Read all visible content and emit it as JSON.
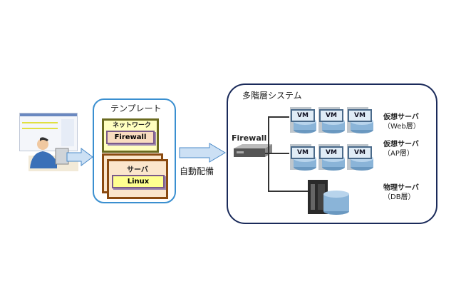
{
  "template": {
    "title": "テンプレート",
    "network_label": "ネットワーク",
    "network_item": "Firewall",
    "server_label": "サーバ",
    "server_item": "Linux"
  },
  "deploy_label": "自動配備",
  "system": {
    "title": "多階層システム",
    "firewall_label": "Firewall",
    "vm_label": "VM",
    "tiers": [
      {
        "name": "仮想サーバ",
        "sub": "（Web層）"
      },
      {
        "name": "仮想サーバ",
        "sub": "（AP層）"
      },
      {
        "name": "物理サーバ",
        "sub": "（DB層）"
      }
    ]
  }
}
